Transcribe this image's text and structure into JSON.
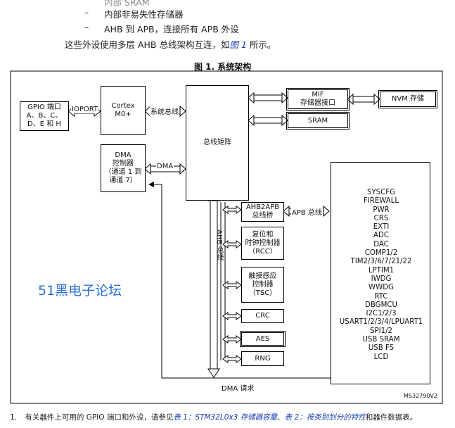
{
  "intro": {
    "line0": "内部 SRAM",
    "line1": "内部非易失性存储器",
    "line2": "AHB 到 APB，连接所有 APB 外设",
    "line3_pre": "这些外设使用多层 AHB 总线架构互连，如",
    "line3_link": "图 1",
    "line3_post": " 所示。",
    "dash": "–"
  },
  "figure": {
    "title": "图 1. 系统架构",
    "ms_code": "MS32790V2",
    "gpio": "GPIO 端口\nA、B、C、\nD、E 和 H",
    "ioport": "IOPORT",
    "cortex": "Cortex\nM0+",
    "system_bus": "系统总线",
    "bus_matrix": "总线矩阵",
    "dma": "DMA\n控制器\n（通道 1 到\n通道 7）",
    "dma_label": "DMA",
    "mif": "MIF\n存储器接口",
    "nvm": "NVM 存储",
    "sram": "SRAM",
    "ahb2apb": "AHB2APB\n总线桥",
    "apb_bus": "APB 总线",
    "ahb_bus": "AHB 总线",
    "rcc": "复位和\n时钟控制器\n（RCC）",
    "tsc": "触摸感应\n控制器\n（TSC）",
    "crc": "CRC",
    "aes": "AES",
    "rng": "RNG",
    "dma_request": "DMA 请求",
    "apb_peripherals": [
      "SYSCFG",
      "FIREWALL",
      "PWR",
      "CRS",
      "EXTI",
      "ADC",
      "DAC",
      "COMP1/2",
      "TIM2/3/6/7/21/22",
      "LPTIM1",
      "IWDG",
      "WWDG",
      "RTC",
      "DBGMCU",
      "I2C1/2/3",
      "USART1/2/3/4/LPUART1",
      "SPI1/2",
      "USB SRAM",
      "USB FS",
      "LCD"
    ]
  },
  "watermark": "51黑电子论坛",
  "footnote": {
    "num": "1.",
    "pre": "有关器件上可用的 GPIO 端口和外设，请参见",
    "link1": "表 1：STM32L0x3 存储器容量",
    "mid": "、",
    "link2": "表 2：按类别划分的特性",
    "post": "和器件数据表。"
  },
  "colors": {
    "link": "#1a3fb0",
    "watermark": "#2a6fd6"
  }
}
